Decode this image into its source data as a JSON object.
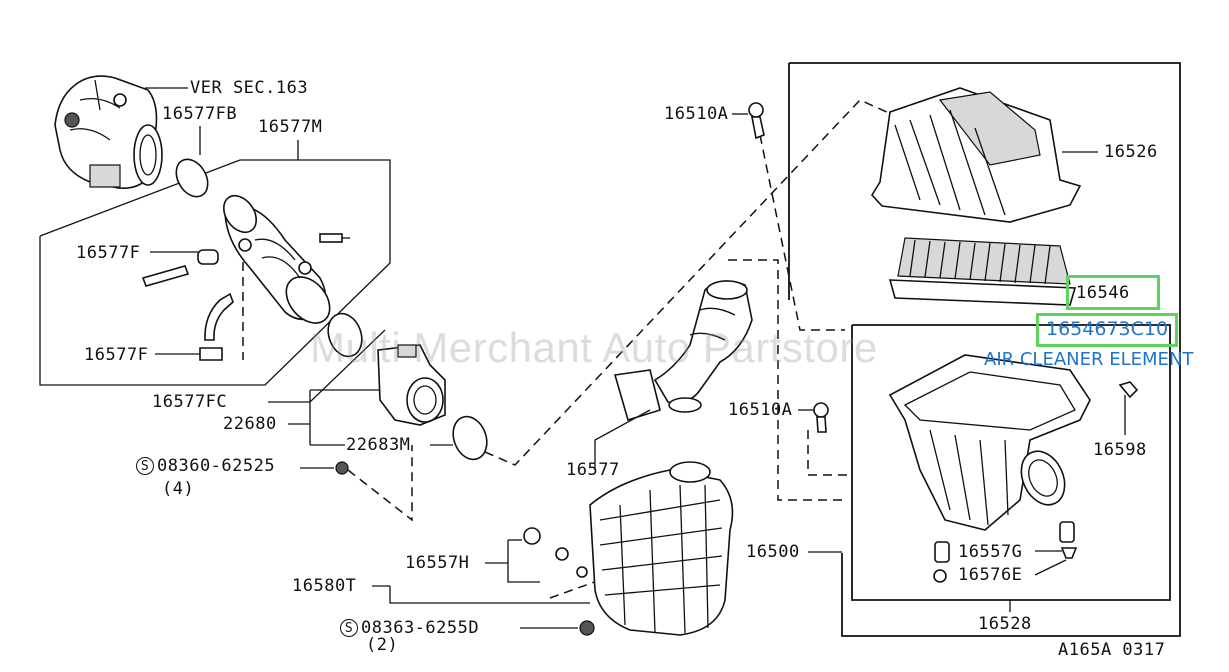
{
  "labels": {
    "ver_sec": "VER SEC.163",
    "p16577FB": "16577FB",
    "p16577M": "16577M",
    "p16577F_a": "16577F",
    "p16577F_b": "16577F",
    "p16577FC": "16577FC",
    "p22680": "22680",
    "p22683M": "22683M",
    "p08360_mark": "S",
    "p08360": "08360-62525",
    "p08360_qty": "(4)",
    "p16510A_top": "16510A",
    "p16510A_mid": "16510A",
    "p16526": "16526",
    "p16577": "16577",
    "p16598": "16598",
    "p16500": "16500",
    "p16557G": "16557G",
    "p16576E": "16576E",
    "p16528": "16528",
    "p16557H": "16557H",
    "p16580T": "16580T",
    "p08363_mark": "S",
    "p08363": "08363-6255D",
    "p08363_qty": "(2)",
    "fig_code": "A165A 0317"
  },
  "highlight": {
    "part": "16546",
    "part_number": "1654673C10",
    "description": "AIR CLEANER ELEMENT",
    "box_color": "#5fd35f",
    "text_color": "#1f74c9"
  },
  "watermark": "Multi Merchant Auto Partstore"
}
